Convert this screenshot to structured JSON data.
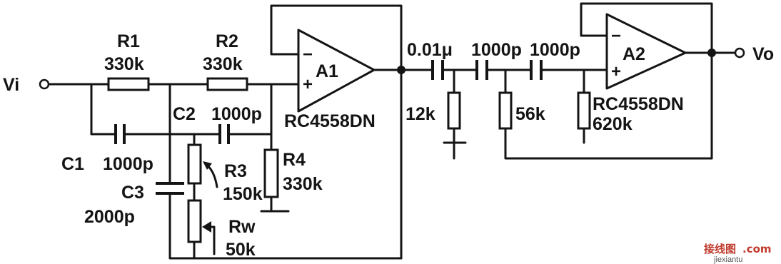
{
  "input": {
    "label": "Vi"
  },
  "output": {
    "label": "Vo"
  },
  "components": {
    "r1": {
      "name": "R1",
      "value": "330k"
    },
    "r2": {
      "name": "R2",
      "value": "330k"
    },
    "r3": {
      "name": "R3",
      "value": "150k"
    },
    "r4": {
      "name": "R4",
      "value": "330k"
    },
    "rw": {
      "name": "Rw",
      "value": "50k"
    },
    "c1": {
      "name": "C1",
      "value": "1000p"
    },
    "c2": {
      "name": "C2",
      "value": "1000p"
    },
    "c3": {
      "name": "C3",
      "value": "2000p"
    },
    "chp1": {
      "value": "0.01μ"
    },
    "chp2": {
      "value": "1000p"
    },
    "chp3": {
      "value": "1000p"
    },
    "rhp1": {
      "value": "12k"
    },
    "rhp2": {
      "value": "56k"
    },
    "rhp3": {
      "value": "620k"
    }
  },
  "opamps": {
    "a1": {
      "name": "A1",
      "part": "RC4558DN",
      "minus": "−",
      "plus": "+"
    },
    "a2": {
      "name": "A2",
      "part": "RC4558DN",
      "minus": "−",
      "plus": "+"
    }
  },
  "watermark": {
    "text": "接线图",
    "domain": ".com",
    "sub": "jiexiantu"
  }
}
